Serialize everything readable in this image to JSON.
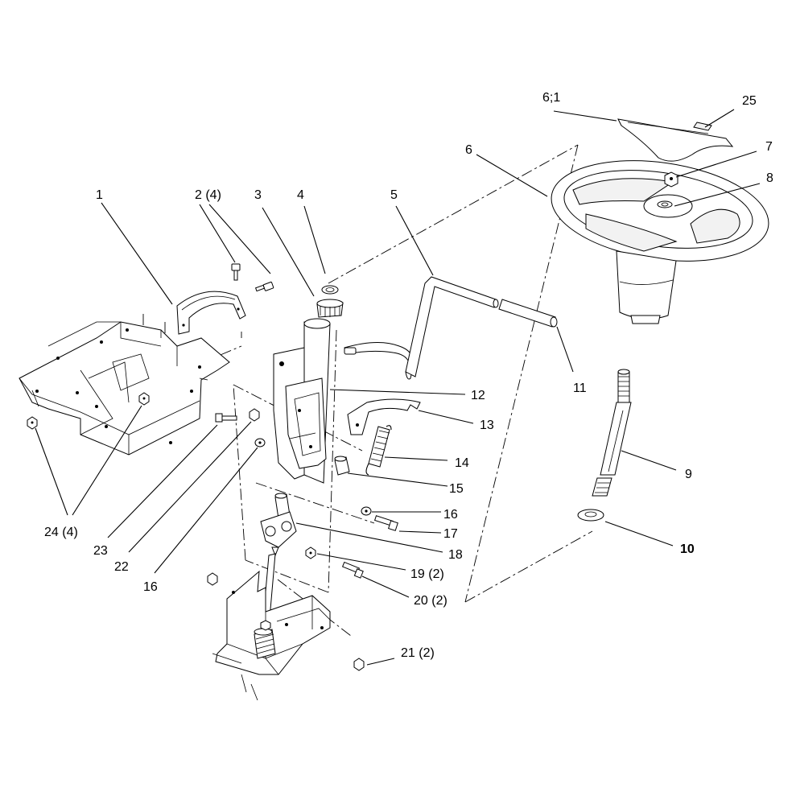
{
  "diagram": {
    "callouts": [
      {
        "id": "c1",
        "label": "1"
      },
      {
        "id": "c2",
        "label": "2 (4)"
      },
      {
        "id": "c3",
        "label": "3"
      },
      {
        "id": "c4",
        "label": "4"
      },
      {
        "id": "c5",
        "label": "5"
      },
      {
        "id": "c6_1",
        "label": "6;1"
      },
      {
        "id": "c25",
        "label": "25"
      },
      {
        "id": "c6",
        "label": "6"
      },
      {
        "id": "c7",
        "label": "7"
      },
      {
        "id": "c8",
        "label": "8"
      },
      {
        "id": "c12",
        "label": "12"
      },
      {
        "id": "c11",
        "label": "11"
      },
      {
        "id": "c13",
        "label": "13"
      },
      {
        "id": "c14",
        "label": "14"
      },
      {
        "id": "c15",
        "label": "15"
      },
      {
        "id": "c16a",
        "label": "16"
      },
      {
        "id": "c17",
        "label": "17"
      },
      {
        "id": "c18",
        "label": "18"
      },
      {
        "id": "c19",
        "label": "19 (2)"
      },
      {
        "id": "c20",
        "label": "20 (2)"
      },
      {
        "id": "c21",
        "label": "21 (2)"
      },
      {
        "id": "c9",
        "label": "9"
      },
      {
        "id": "c10",
        "label": "10"
      },
      {
        "id": "c24",
        "label": "24 (4)"
      },
      {
        "id": "c23",
        "label": "23"
      },
      {
        "id": "c22",
        "label": "22"
      },
      {
        "id": "c16b",
        "label": "16"
      }
    ]
  }
}
